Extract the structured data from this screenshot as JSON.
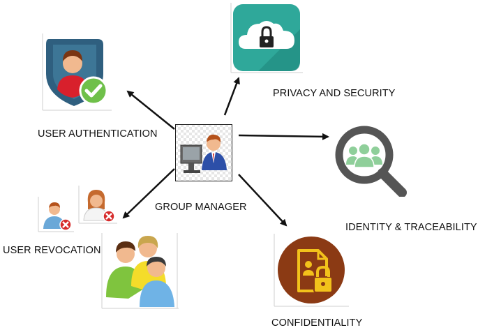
{
  "center": {
    "label": "GROUP MANAGER",
    "icon": "computer-user-icon"
  },
  "nodes": [
    {
      "id": "user-authentication",
      "label": "USER AUTHENTICATION",
      "icon": "shield-user-check-icon"
    },
    {
      "id": "privacy-security",
      "label": "PRIVACY AND SECURITY",
      "icon": "cloud-lock-icon"
    },
    {
      "id": "identity-traceability",
      "label": "IDENTITY & TRACEABILITY",
      "icon": "magnifier-group-icon"
    },
    {
      "id": "confidentiality",
      "label": "CONFIDENTIALITY",
      "icon": "document-lock-icon"
    },
    {
      "id": "user-revocation",
      "label": "USER REVOCATION",
      "icon": "user-remove-icon"
    }
  ],
  "colors": {
    "arrow": "#111111",
    "shield_blue": "#2f5f7f",
    "check_green": "#6fc04a",
    "cloud_teal": "#2fa89a",
    "search_gray": "#555555",
    "group_green": "#8fcf9a",
    "confidential_brown": "#8b3a14",
    "confidential_gold": "#f2c21b",
    "remove_red": "#d62b2b"
  }
}
